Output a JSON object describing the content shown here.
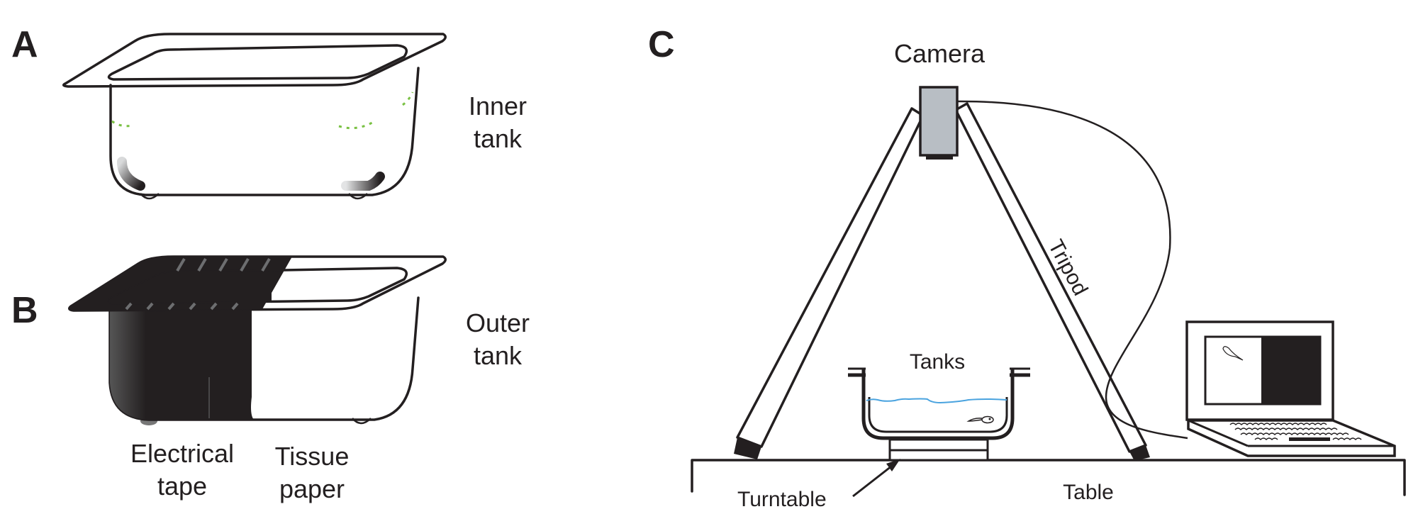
{
  "figure": {
    "panels": {
      "a": {
        "letter": "A",
        "label_line1": "Inner",
        "label_line2": "tank"
      },
      "b": {
        "letter": "B",
        "label_line1": "Outer",
        "label_line2": "tank",
        "tape_line1": "Electrical",
        "tape_line2": "tape",
        "paper_line1": "Tissue",
        "paper_line2": "paper"
      },
      "c": {
        "letter": "C",
        "camera": "Camera",
        "tripod": "Tripod",
        "tanks": "Tanks",
        "turntable": "Turntable",
        "table": "Table"
      }
    },
    "colors": {
      "line": "#231f20",
      "camera_fill": "#b8bec4",
      "water": "#4aa3df",
      "marker_dots": "#7ac143",
      "tape": "#231f20"
    }
  }
}
